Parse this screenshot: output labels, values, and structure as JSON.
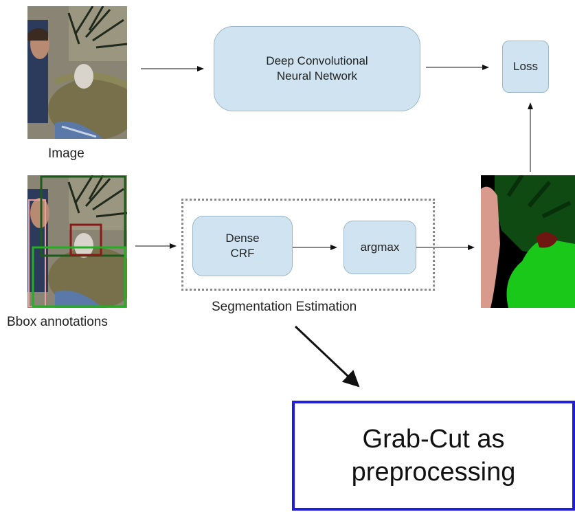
{
  "nodes": {
    "cnn": "Deep Convolutional\nNeural Network",
    "loss": "Loss",
    "dense_crf": "Dense\nCRF",
    "argmax": "argmax"
  },
  "captions": {
    "image": "Image",
    "bbox": "Bbox annotations",
    "segmentation": "Segmentation Estimation"
  },
  "callout": {
    "text": "Grab-Cut as\npreprocessing"
  }
}
